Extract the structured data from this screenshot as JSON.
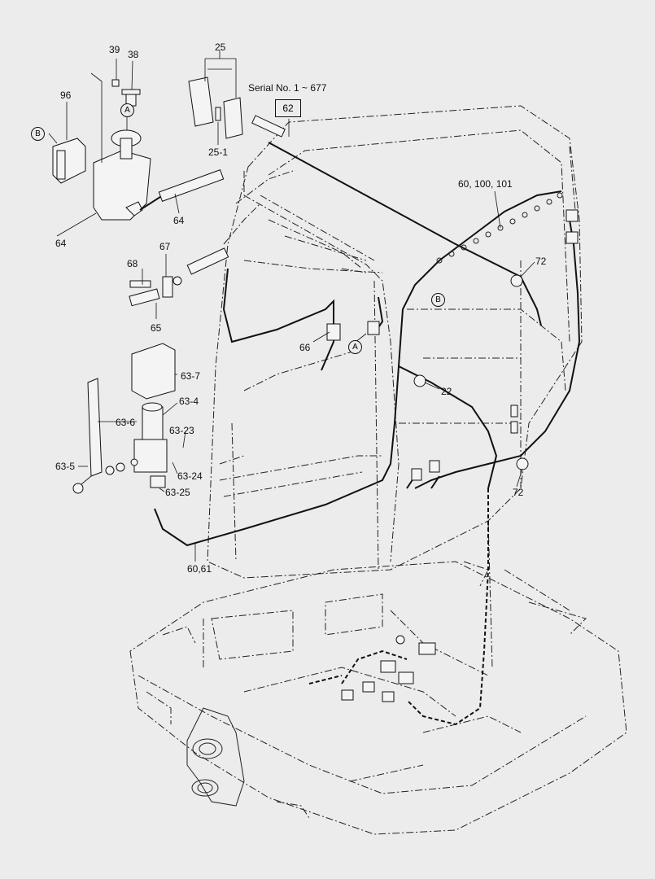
{
  "serial_note": "Serial No. 1 ~ 677",
  "boxed_label": "62",
  "circle_marks": [
    {
      "id": "A-top",
      "text": "A"
    },
    {
      "id": "B-left",
      "text": "B"
    },
    {
      "id": "B-right",
      "text": "B"
    },
    {
      "id": "A-mid",
      "text": "A"
    }
  ],
  "callouts": {
    "c39": "39",
    "c38": "38",
    "c96": "96",
    "c25": "25",
    "c25_1": "25-1",
    "c64a": "64",
    "c64b": "64",
    "c67": "67",
    "c68": "68",
    "c65": "65",
    "c66": "66",
    "c63_7": "63-7",
    "c63_4": "63-4",
    "c63_6": "63-6",
    "c63_23": "63-23",
    "c63_5": "63-5",
    "c63_24": "63-24",
    "c63_25": "63-25",
    "c60_61": "60,61",
    "c60_100_101": "60, 100, 101",
    "c72a": "72",
    "c72b": "72",
    "c22": "22"
  }
}
